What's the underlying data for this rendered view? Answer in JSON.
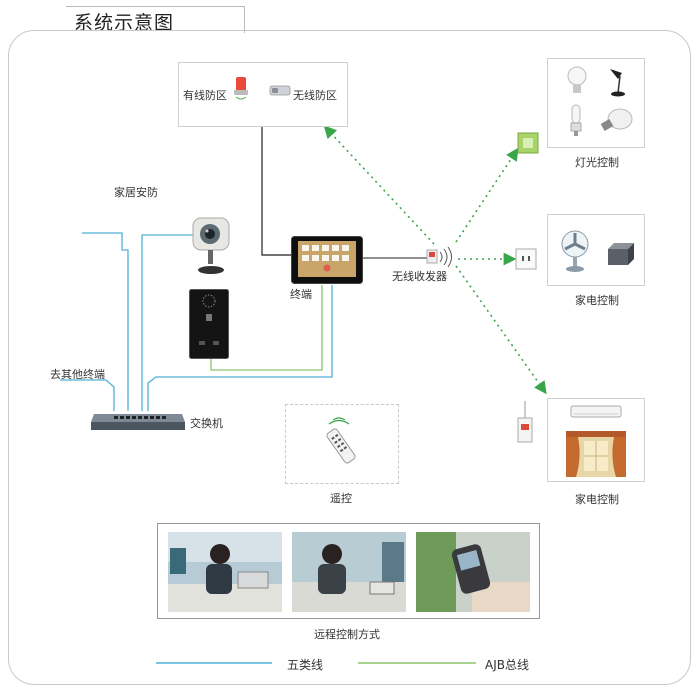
{
  "title": "系统示意图",
  "labels": {
    "wired_zone": "有线防区",
    "wireless_zone": "无线防区",
    "home_security": "家居安防",
    "terminal": "终端",
    "wireless_transceiver": "无线收发器",
    "other_terminals": "去其他终端",
    "switch": "交换机",
    "remote": "遥控",
    "lighting_control": "灯光控制",
    "appliance_control_1": "家电控制",
    "appliance_control_2": "家电控制",
    "remote_methods": "远程控制方式"
  },
  "legend": {
    "cat5": "五类线",
    "ajb": "AJB总线"
  },
  "colors": {
    "cat5": "#4fb1d6",
    "ajb": "#8cc46a",
    "wireless": "#3aa64a",
    "black_wire": "#222222"
  }
}
